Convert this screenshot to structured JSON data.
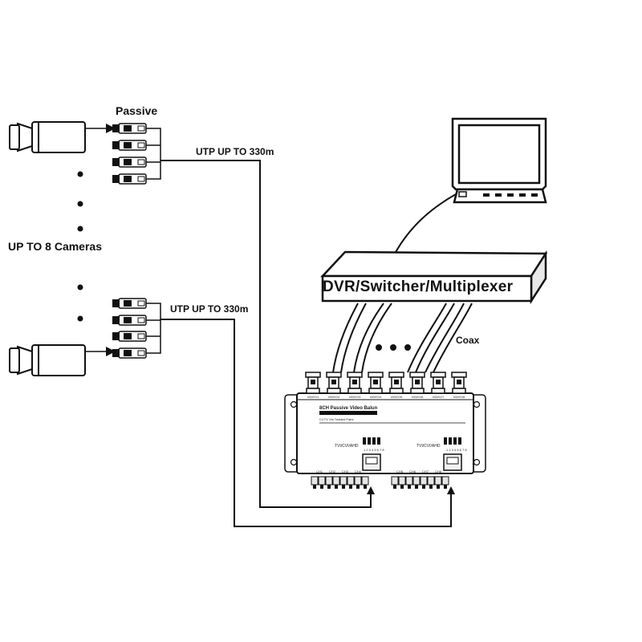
{
  "labels": {
    "passive": "Passive",
    "utp_top": "UTP UP TO 330m",
    "utp_bottom": "UTP UP TO 330m",
    "up_to_cameras": "UP TO 8 Cameras",
    "dvr": "DVR/Switcher/Multiplexer",
    "coax": "Coax"
  },
  "balun": {
    "title": "8CH Passive Video Balun",
    "subtitle": "CCTV Via Twisted Pairs",
    "port_labels": [
      "TVI/CVI/AHD",
      "TVI/CVI/AHD"
    ],
    "pin_numbers": "1 2 3 4 5 6 7 8",
    "bnc_labels": [
      "VIDEO1",
      "VIDEO2",
      "VIDEO3",
      "VIDEO4",
      "VIDEO5",
      "VIDEO6",
      "VIDEO7",
      "VIDEO8"
    ],
    "channel_labels": [
      "CH1",
      "CH2",
      "CH3",
      "CH4",
      "CH5",
      "CH6",
      "CH7",
      "CH8"
    ]
  },
  "colors": {
    "line": "#111111",
    "background": "#ffffff",
    "fill": "#f2f2f2"
  },
  "icons": [
    "camera-icon",
    "balun-connector-icon",
    "monitor-icon",
    "bnc-connector-icon",
    "rj45-port-icon",
    "terminal-block-icon"
  ]
}
